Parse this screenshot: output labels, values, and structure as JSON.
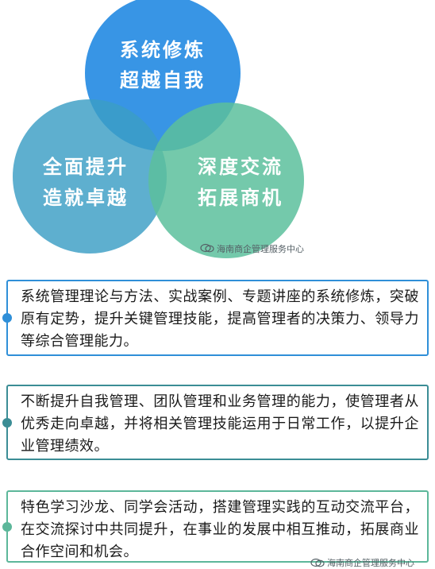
{
  "diagram": {
    "circles": [
      {
        "id": "top",
        "color": "#2d8fe4",
        "lines": [
          "系统修炼",
          "超越自我"
        ]
      },
      {
        "id": "left",
        "color": "#3a9dc4",
        "lines": [
          "全面提升",
          "造就卓越"
        ]
      },
      {
        "id": "right",
        "color": "#5cbf9c",
        "lines": [
          "深度交流",
          "拓展商机"
        ]
      }
    ],
    "watermark": "海南商企管理服务中心"
  },
  "boxes": [
    {
      "text": "系统管理理论与方法、实战案例、专题讲座的系统修炼，突破原有定势，提升关键管理技能，提高管理者的决策力、领导力等综合管理能力。",
      "color": "#2f8fd8"
    },
    {
      "text": "不断提升自我管理、团队管理和业务管理的能力，使管理者从优秀走向卓越，并将相关管理技能运用于日常工作，以提升企业管理绩效。",
      "color": "#3b8d95"
    },
    {
      "text": "特色学习沙龙、同学会活动，搭建管理实践的互动交流平台，在交流探讨中共同提升，在事业的发展中相互推动，拓展商业合作空间和机会。",
      "color": "#5cb79a"
    }
  ],
  "footer_watermark": "海南商企管理服务中心"
}
